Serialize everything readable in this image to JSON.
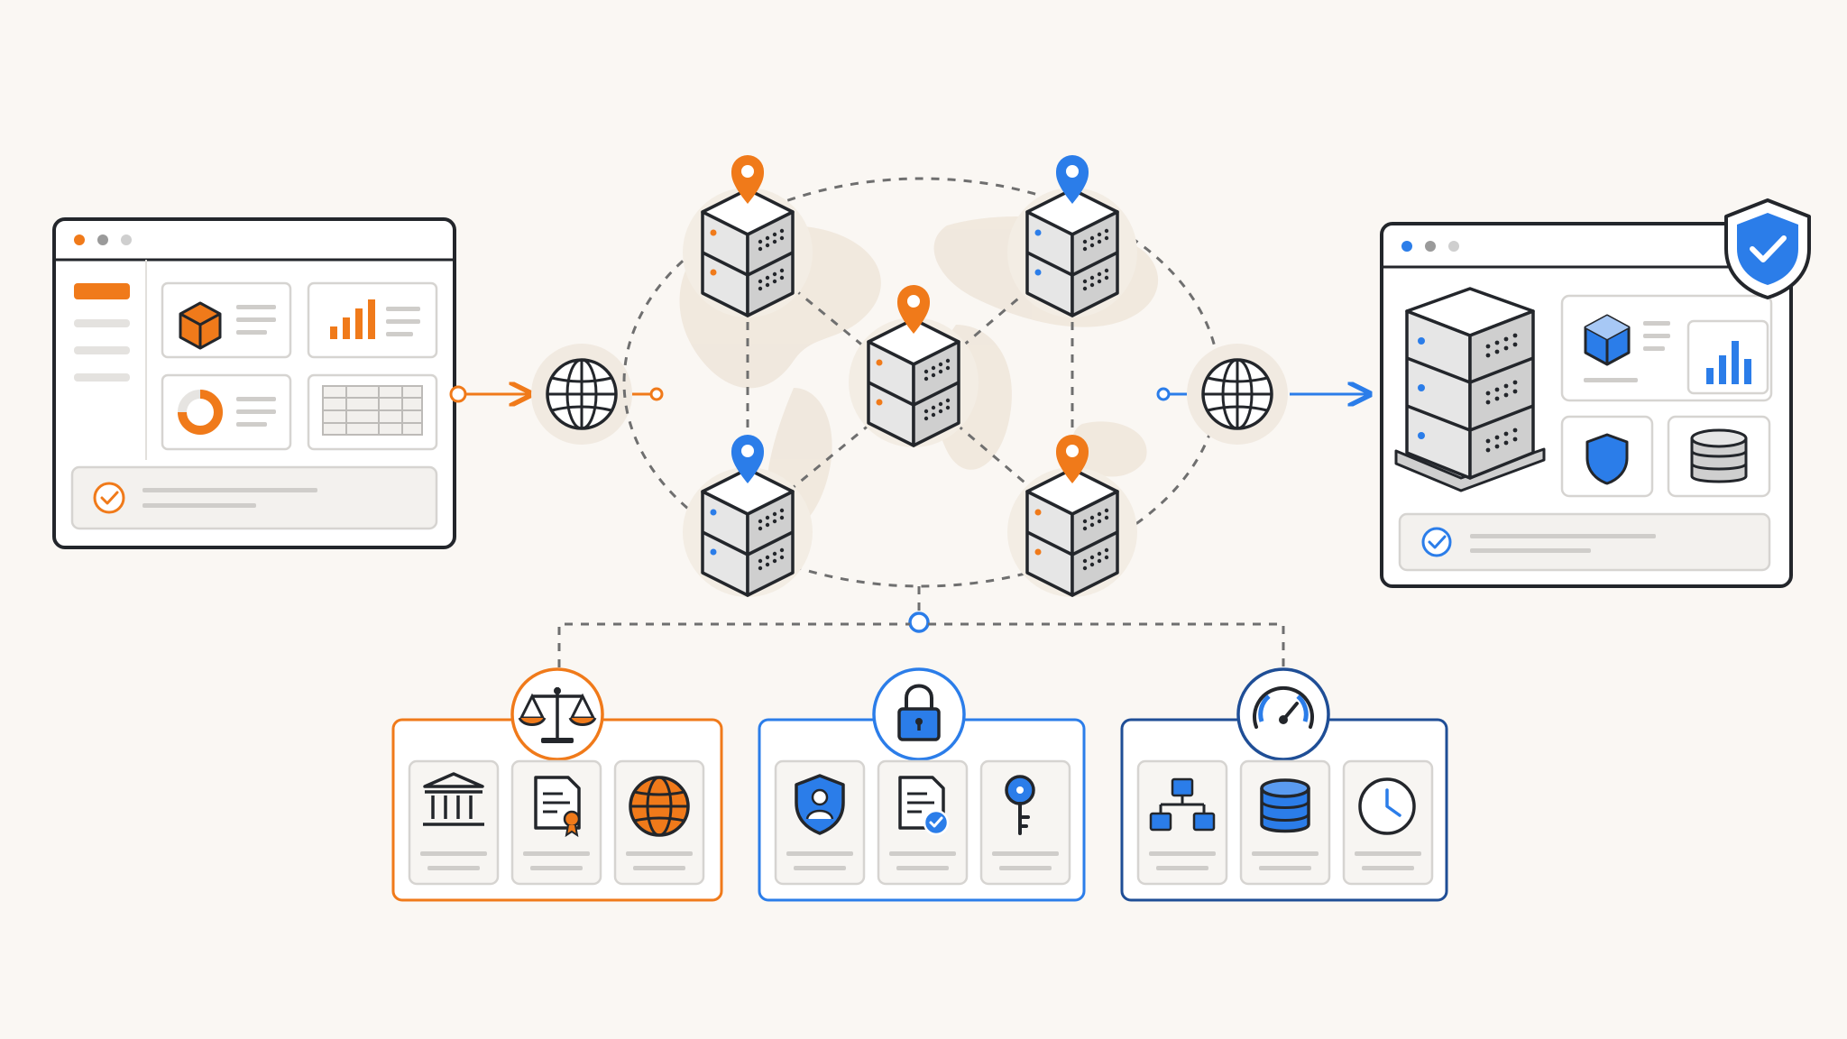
{
  "colors": {
    "background": "#faf7f3",
    "orange": "#f07a1a",
    "blue": "#2b7de9",
    "navy": "#1f4e96",
    "dark": "#23262b",
    "gray": "#8d8f93",
    "light_gray": "#d9d8d6",
    "panel": "#ffffff",
    "soft": "#f1eeea"
  },
  "icons": {
    "source_app": [
      "cube-icon",
      "bar-chart-icon",
      "donut-chart-icon",
      "table-icon",
      "check-circle-icon"
    ],
    "network": [
      "globe-icon",
      "server-icon",
      "location-pin-icon",
      "world-map-icon"
    ],
    "destination_app": [
      "server-rack-icon",
      "cube-icon",
      "bar-chart-icon",
      "shield-icon",
      "database-icon",
      "check-circle-icon",
      "shield-check-icon"
    ],
    "compliance": [
      "scales-icon",
      "bank-icon",
      "certificate-icon",
      "globe-icon"
    ],
    "security": [
      "lock-icon",
      "user-shield-icon",
      "verified-document-icon",
      "key-icon"
    ],
    "performance": [
      "speedometer-icon",
      "hierarchy-icon",
      "database-icon",
      "clock-icon"
    ]
  },
  "network": {
    "nodes": [
      {
        "id": "top-left",
        "pin": "orange"
      },
      {
        "id": "top-right",
        "pin": "blue"
      },
      {
        "id": "center",
        "pin": "orange"
      },
      {
        "id": "bottom-left",
        "pin": "blue"
      },
      {
        "id": "bottom-right",
        "pin": "orange"
      }
    ]
  },
  "groups": [
    {
      "id": "compliance",
      "color": "orange"
    },
    {
      "id": "security",
      "color": "blue"
    },
    {
      "id": "performance",
      "color": "navy"
    }
  ]
}
